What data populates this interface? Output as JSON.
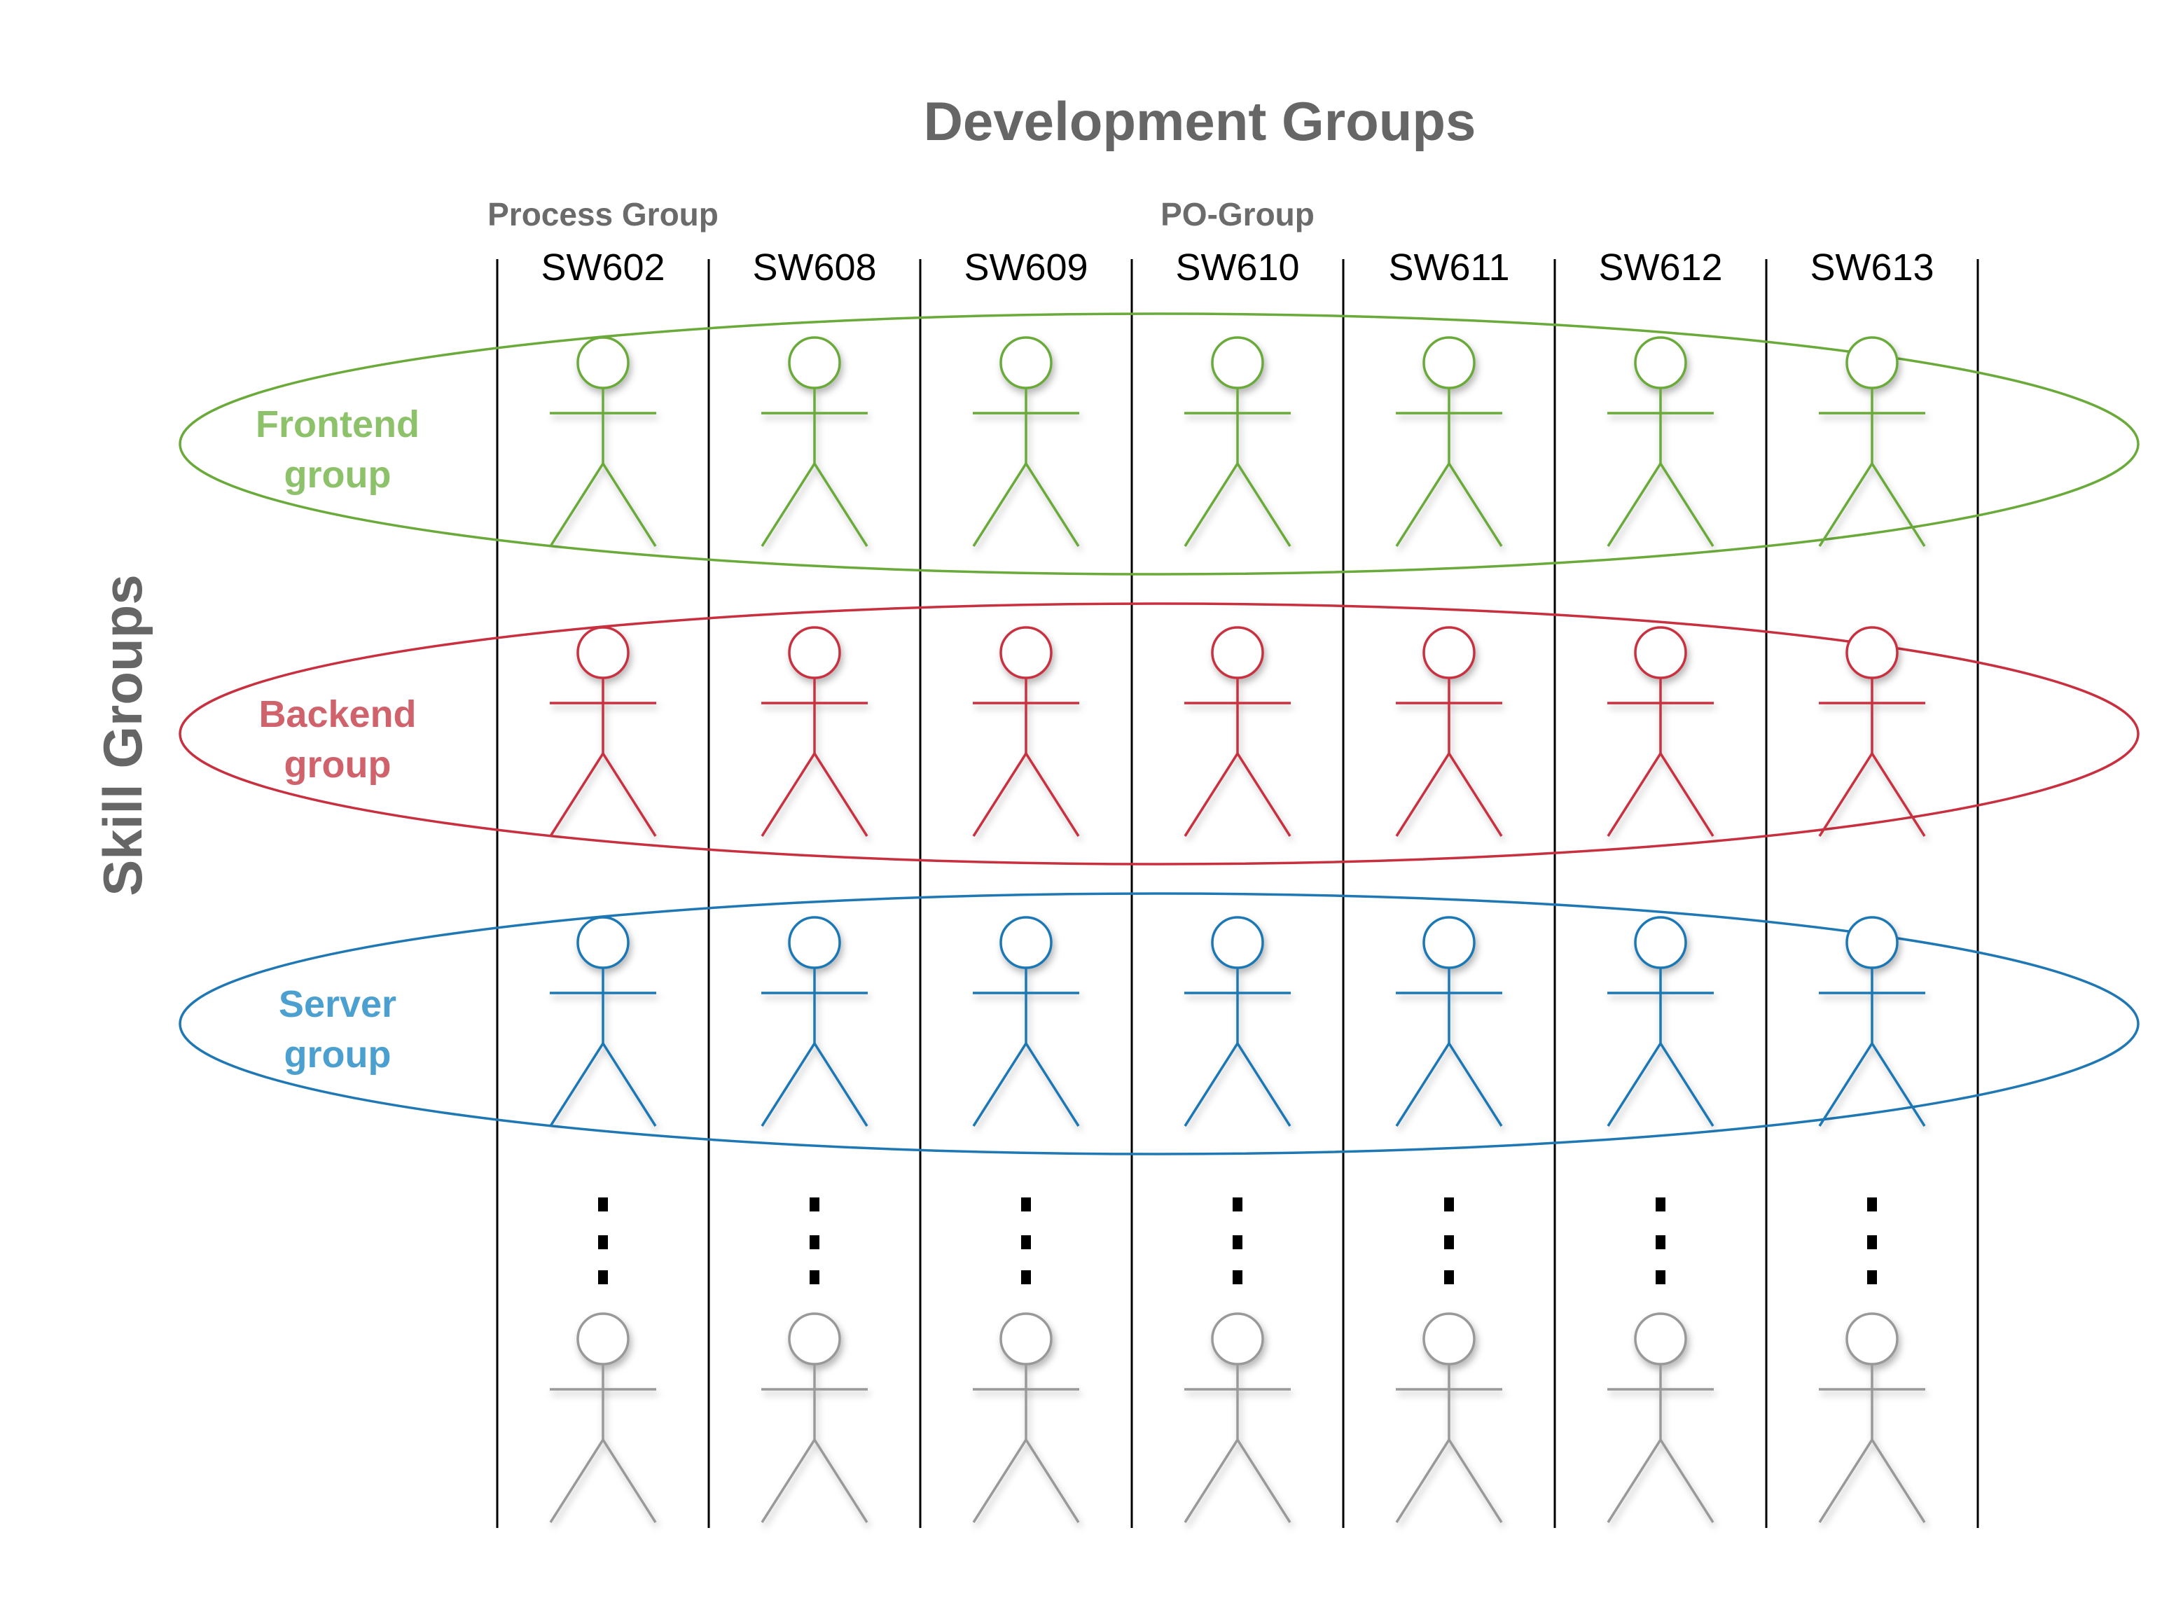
{
  "title": "Development Groups",
  "side_title": "Skill Groups",
  "column_group_labels": [
    {
      "text": "Process Group",
      "column_index": 0
    },
    {
      "text": "PO-Group",
      "column_index": 3
    }
  ],
  "columns": [
    "SW602",
    "SW608",
    "SW609",
    "SW610",
    "SW611",
    "SW612",
    "SW613"
  ],
  "skill_groups": [
    {
      "line1": "Frontend",
      "line2": "group",
      "color": "#6aaa3a",
      "label_color": "#8dc26b"
    },
    {
      "line1": "Backend",
      "line2": "group",
      "color": "#c8303f",
      "label_color": "#d0626b"
    },
    {
      "line1": "Server",
      "line2": "group",
      "color": "#1f78b4",
      "label_color": "#4ba0cf"
    }
  ],
  "extra_row": {
    "color": "#999999",
    "continuation": "vertical-ellipsis"
  },
  "icons": {
    "member": "person-icon",
    "continuation": "vertical-dots-icon"
  }
}
